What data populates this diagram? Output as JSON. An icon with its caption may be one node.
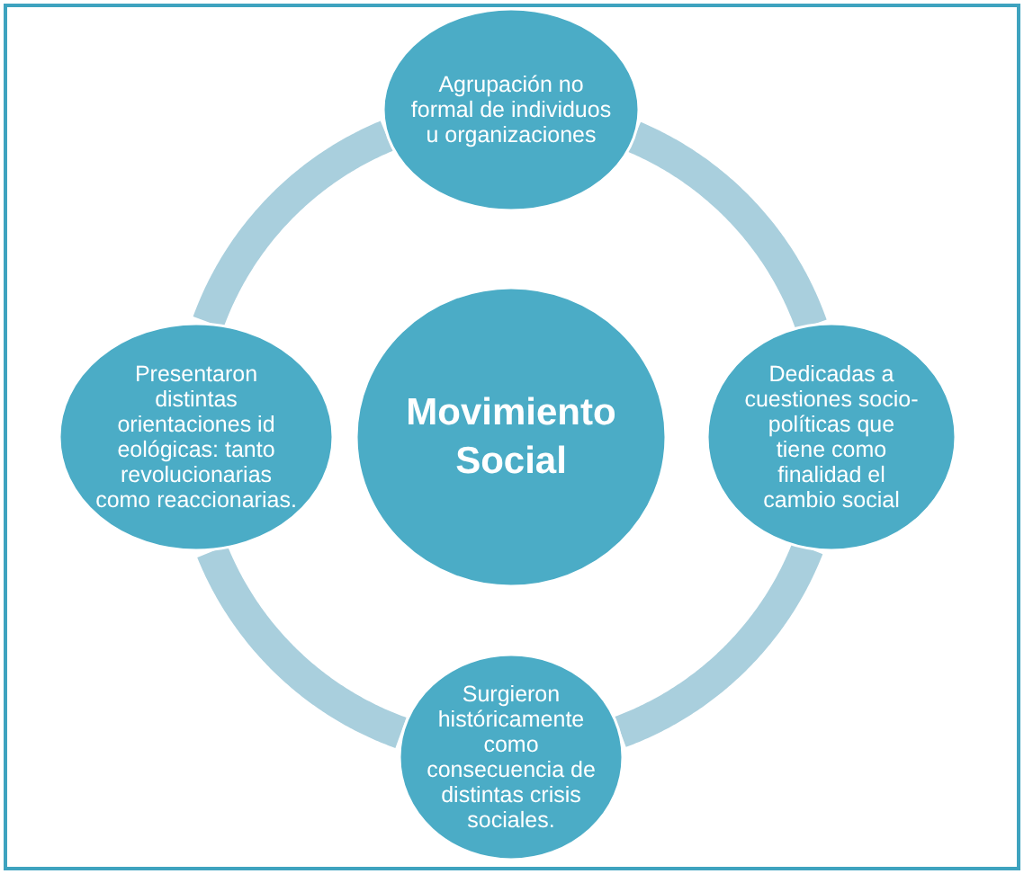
{
  "diagram": {
    "nodes": [
      {
        "text": [
          "Agrupación no formal de individuos u organizaciones"
        ]
      },
      {
        "text": [
          "Presentaron distintas orientaciones id eológicas: tanto revolucionarias como reaccionarias."
        ]
      },
      {
        "text": [
          "Movimiento Social"
        ]
      },
      {
        "text": [
          "Dedicadas a cuestiones socio-políticas que tiene como finalidad el cambio social"
        ]
      },
      {
        "text": [
          "Surgieron históricamente como consecuencia de distintas crisis sociales."
        ]
      }
    ],
    "edges": [
      {
        "from": 0,
        "to": 3,
        "arrow": "none"
      },
      {
        "from": 3,
        "to": 4,
        "arrow": "none"
      },
      {
        "from": 4,
        "to": 1,
        "arrow": "none"
      },
      {
        "from": 1,
        "to": 0,
        "arrow": "none"
      }
    ]
  }
}
